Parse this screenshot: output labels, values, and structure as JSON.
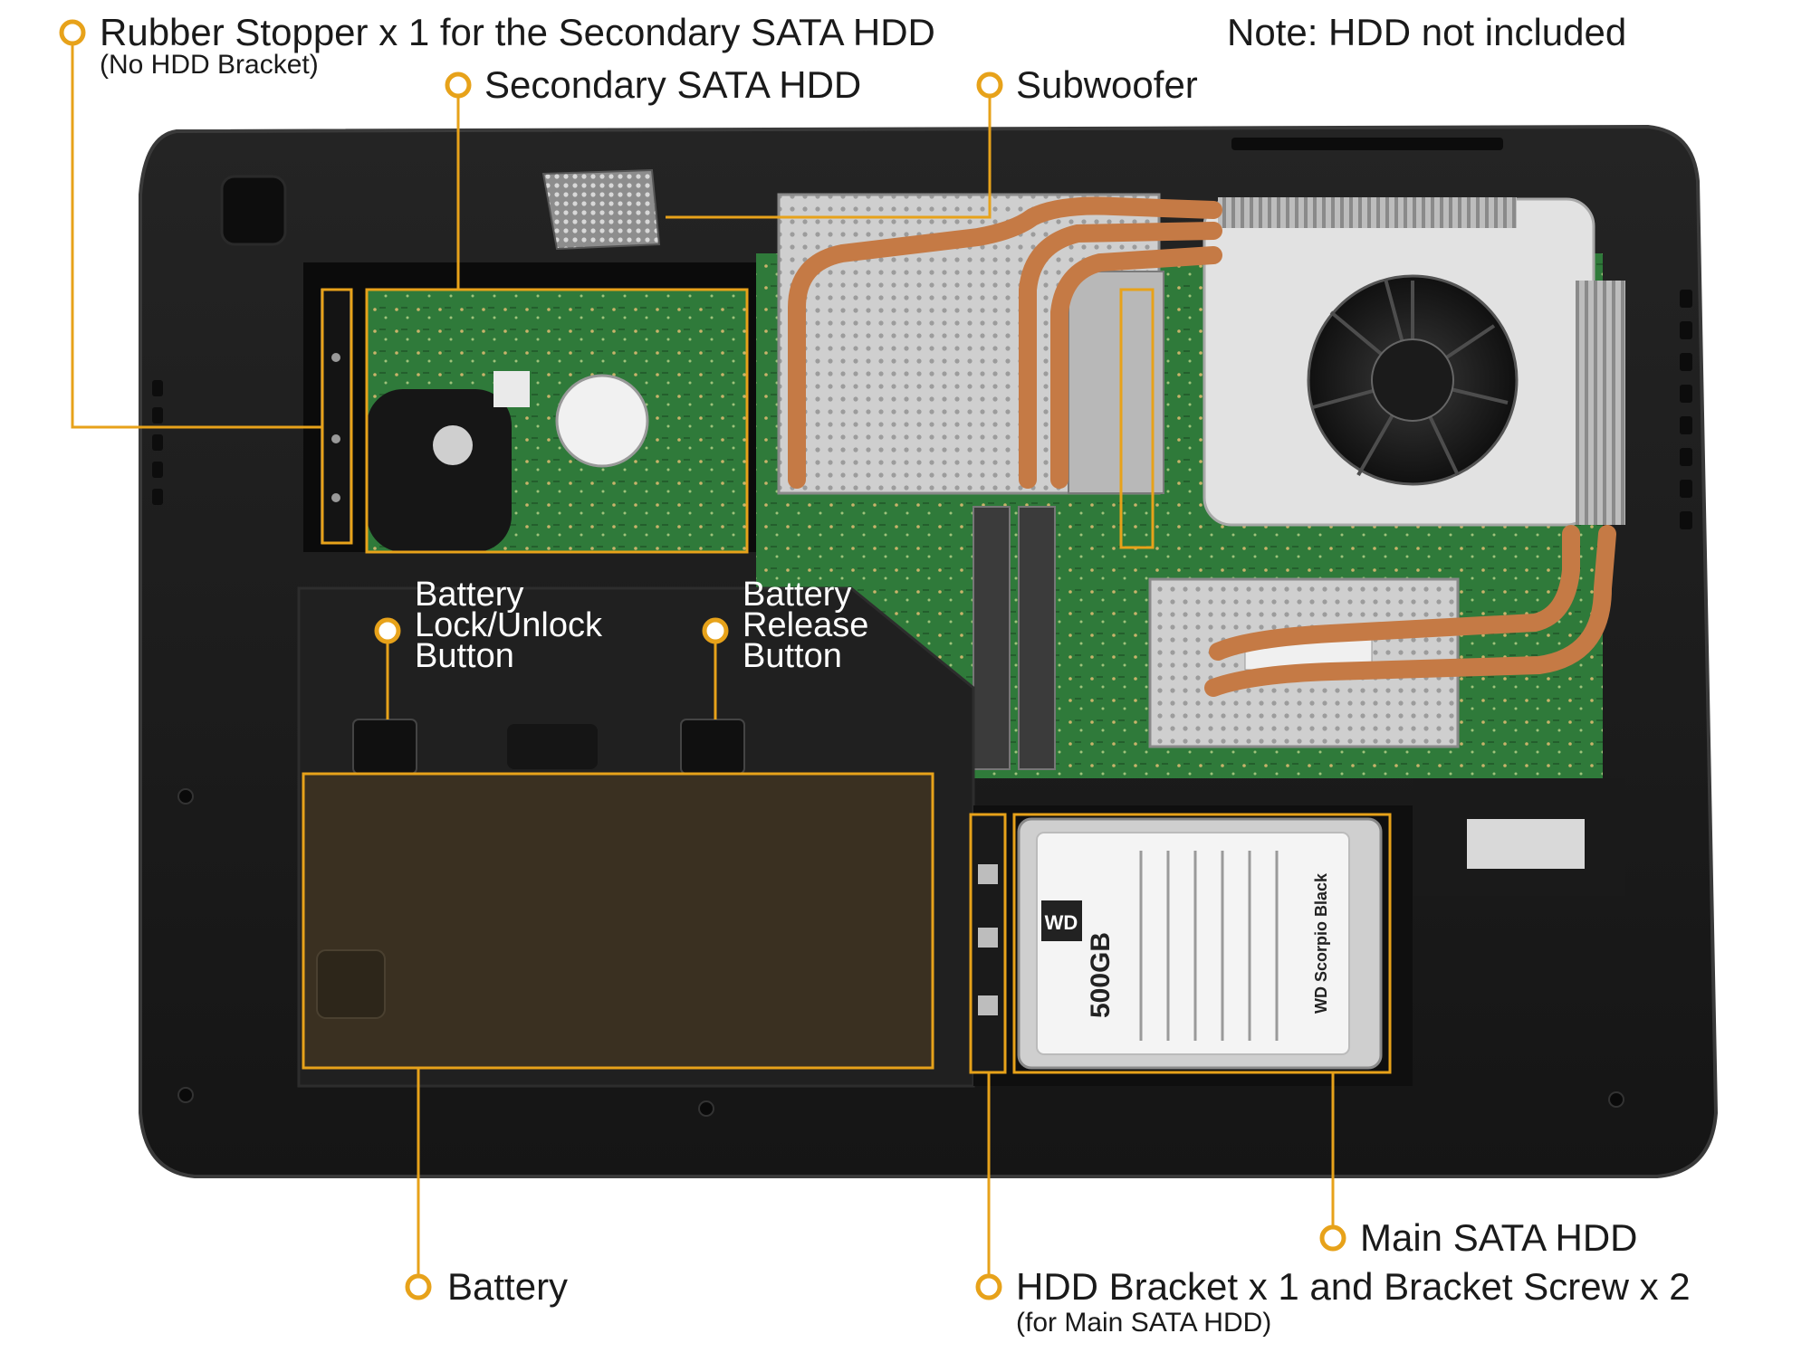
{
  "colors": {
    "callout": "#e7a21a",
    "chassis": "#1c1c1c",
    "chassis_edge": "#2c2c2c",
    "pcb": "#2f7a3a",
    "copper": "#c57a45",
    "metal": "#c9c9c9",
    "text": "#1a1a1a"
  },
  "labels": {
    "rubber_stopper": "Rubber Stopper x 1 for the Secondary SATA HDD",
    "rubber_stopper_note": "(No HDD Bracket)",
    "note": "Note: HDD not included",
    "secondary_hdd": "Secondary SATA HDD",
    "subwoofer": "Subwoofer",
    "battery_lock": [
      "Battery",
      "Lock/Unlock",
      "Button"
    ],
    "battery_release": [
      "Battery",
      "Release",
      "Button"
    ],
    "battery": "Battery",
    "main_hdd": "Main SATA HDD",
    "hdd_bracket": "HDD Bracket x 1 and Bracket Screw x 2",
    "hdd_bracket_note": "(for Main SATA HDD)"
  },
  "drive_markings": {
    "brand": "WD",
    "capacity": "500GB",
    "model": "WD Scorpio Black"
  }
}
